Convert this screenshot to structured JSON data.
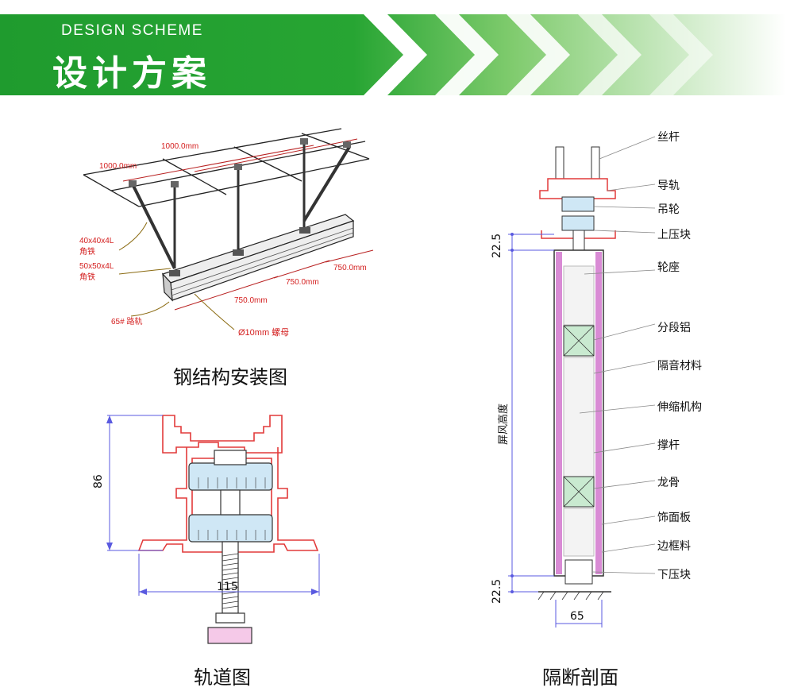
{
  "header": {
    "subtitle": "DESIGN SCHEME",
    "title": "设计方案",
    "colors": {
      "dark_green": "#1f9b2e",
      "light_green": "#b7e3a9"
    }
  },
  "steel_structure": {
    "caption": "钢结构安装图",
    "labels": {
      "dim_top": "1000.0mm",
      "dim_left": "1000.0mm",
      "angle_small": "40x40x4L",
      "angle_small_name": "角铁",
      "angle_large": "50x50x4L",
      "angle_large_name": "角铁",
      "rail_label": "65# 路轨",
      "nut_label": "Ø10mm 螺母",
      "span1": "750.0mm",
      "span2": "750.0mm",
      "span3": "750.0mm"
    }
  },
  "track": {
    "caption": "轨道图",
    "dim_height": "86",
    "dim_width": "115"
  },
  "section": {
    "caption": "隔断剖面",
    "dim_top": "22.5",
    "dim_bottom": "22.5",
    "dim_width": "65",
    "height_label": "屏风高度",
    "parts": [
      "丝杆",
      "导轨",
      "吊轮",
      "上压块",
      "轮座",
      "分段铝",
      "隔音材料",
      "伸缩机构",
      "撑杆",
      "龙骨",
      "饰面板",
      "边框料",
      "下压块"
    ]
  }
}
